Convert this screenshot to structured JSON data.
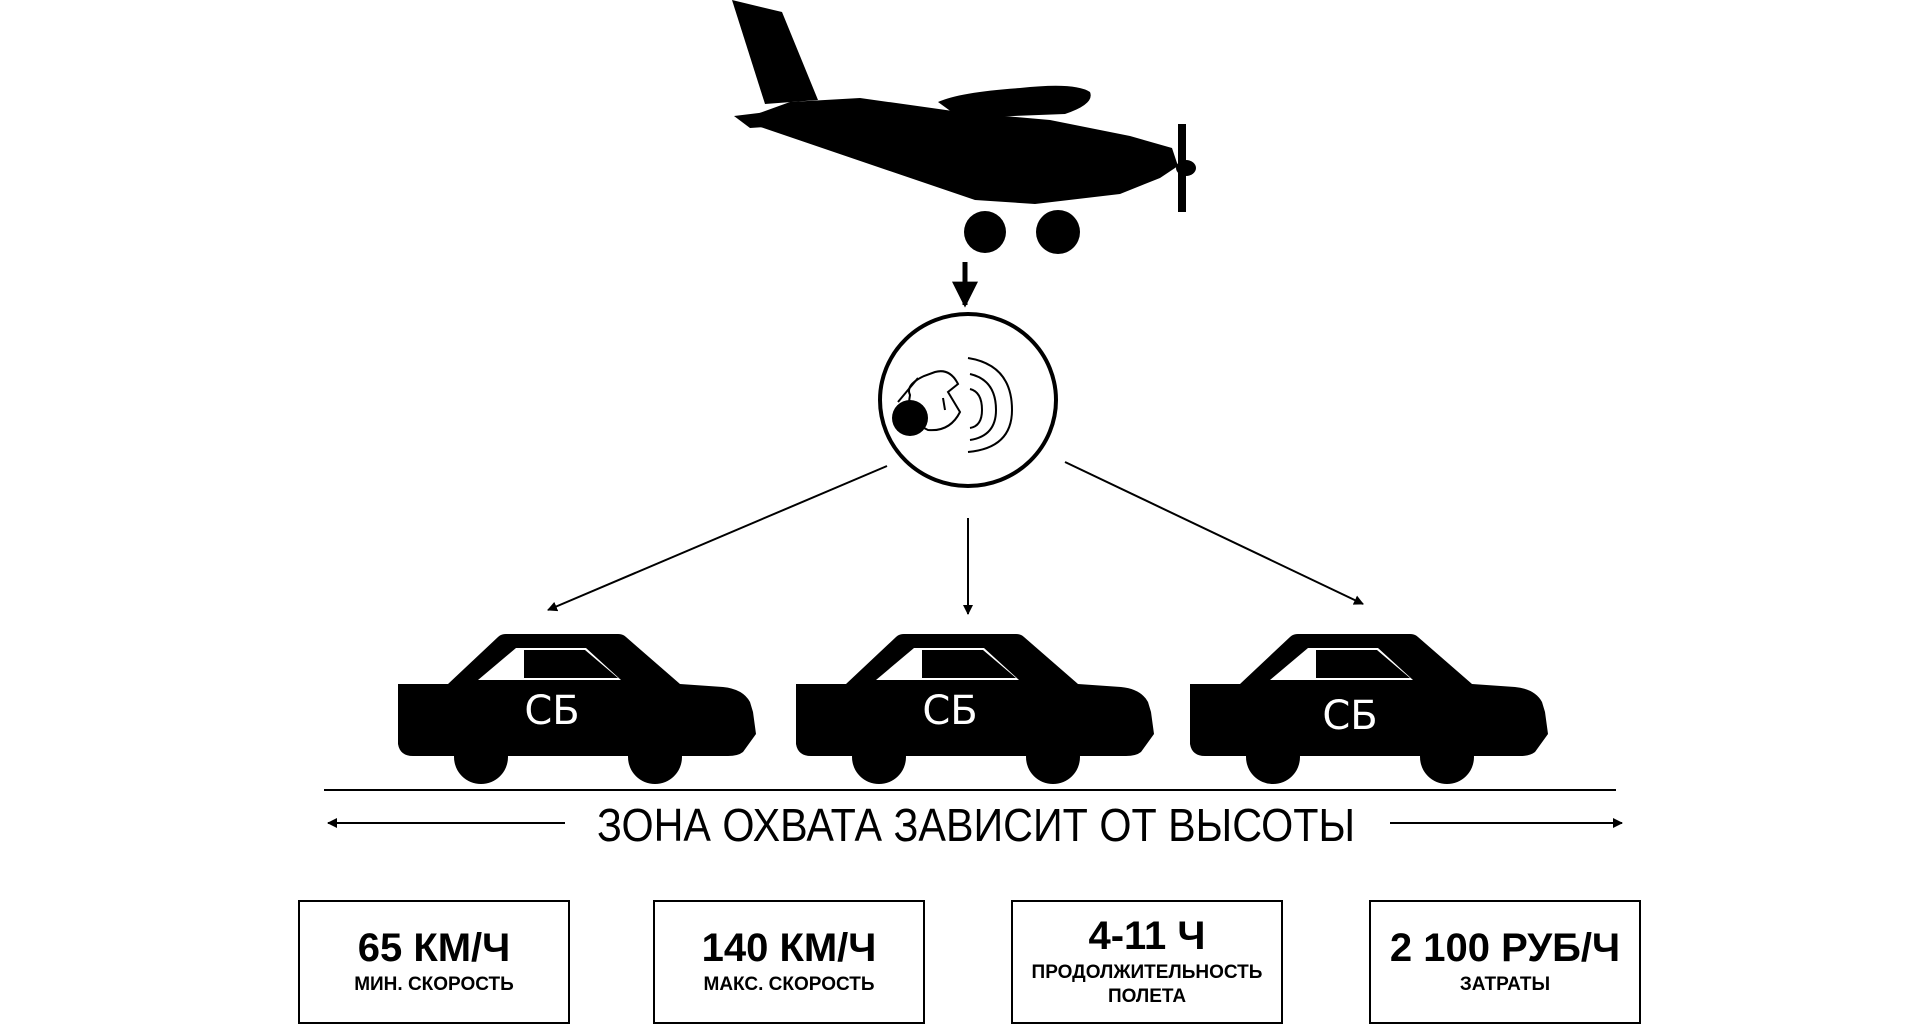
{
  "cars": [
    {
      "label": "СБ"
    },
    {
      "label": "СБ"
    },
    {
      "label": "СБ"
    }
  ],
  "coverage_text": "ЗОНА ОХВАТА ЗАВИСИТ ОТ ВЫСОТЫ",
  "stats": [
    {
      "value": "65 КМ/Ч",
      "label": "МИН. СКОРОСТЬ"
    },
    {
      "value": "140 КМ/Ч",
      "label": "МАКС. СКОРОСТЬ"
    },
    {
      "value": "4-11 Ч",
      "label": "ПРОДОЛЖИТЕЛЬНОСТЬ ПОЛЕТА"
    },
    {
      "value": "2 100 РУБ/Ч",
      "label": "ЗАТРАТЫ"
    }
  ],
  "icons": [
    "airplane-icon",
    "camera-pod-icon",
    "car-icon"
  ]
}
